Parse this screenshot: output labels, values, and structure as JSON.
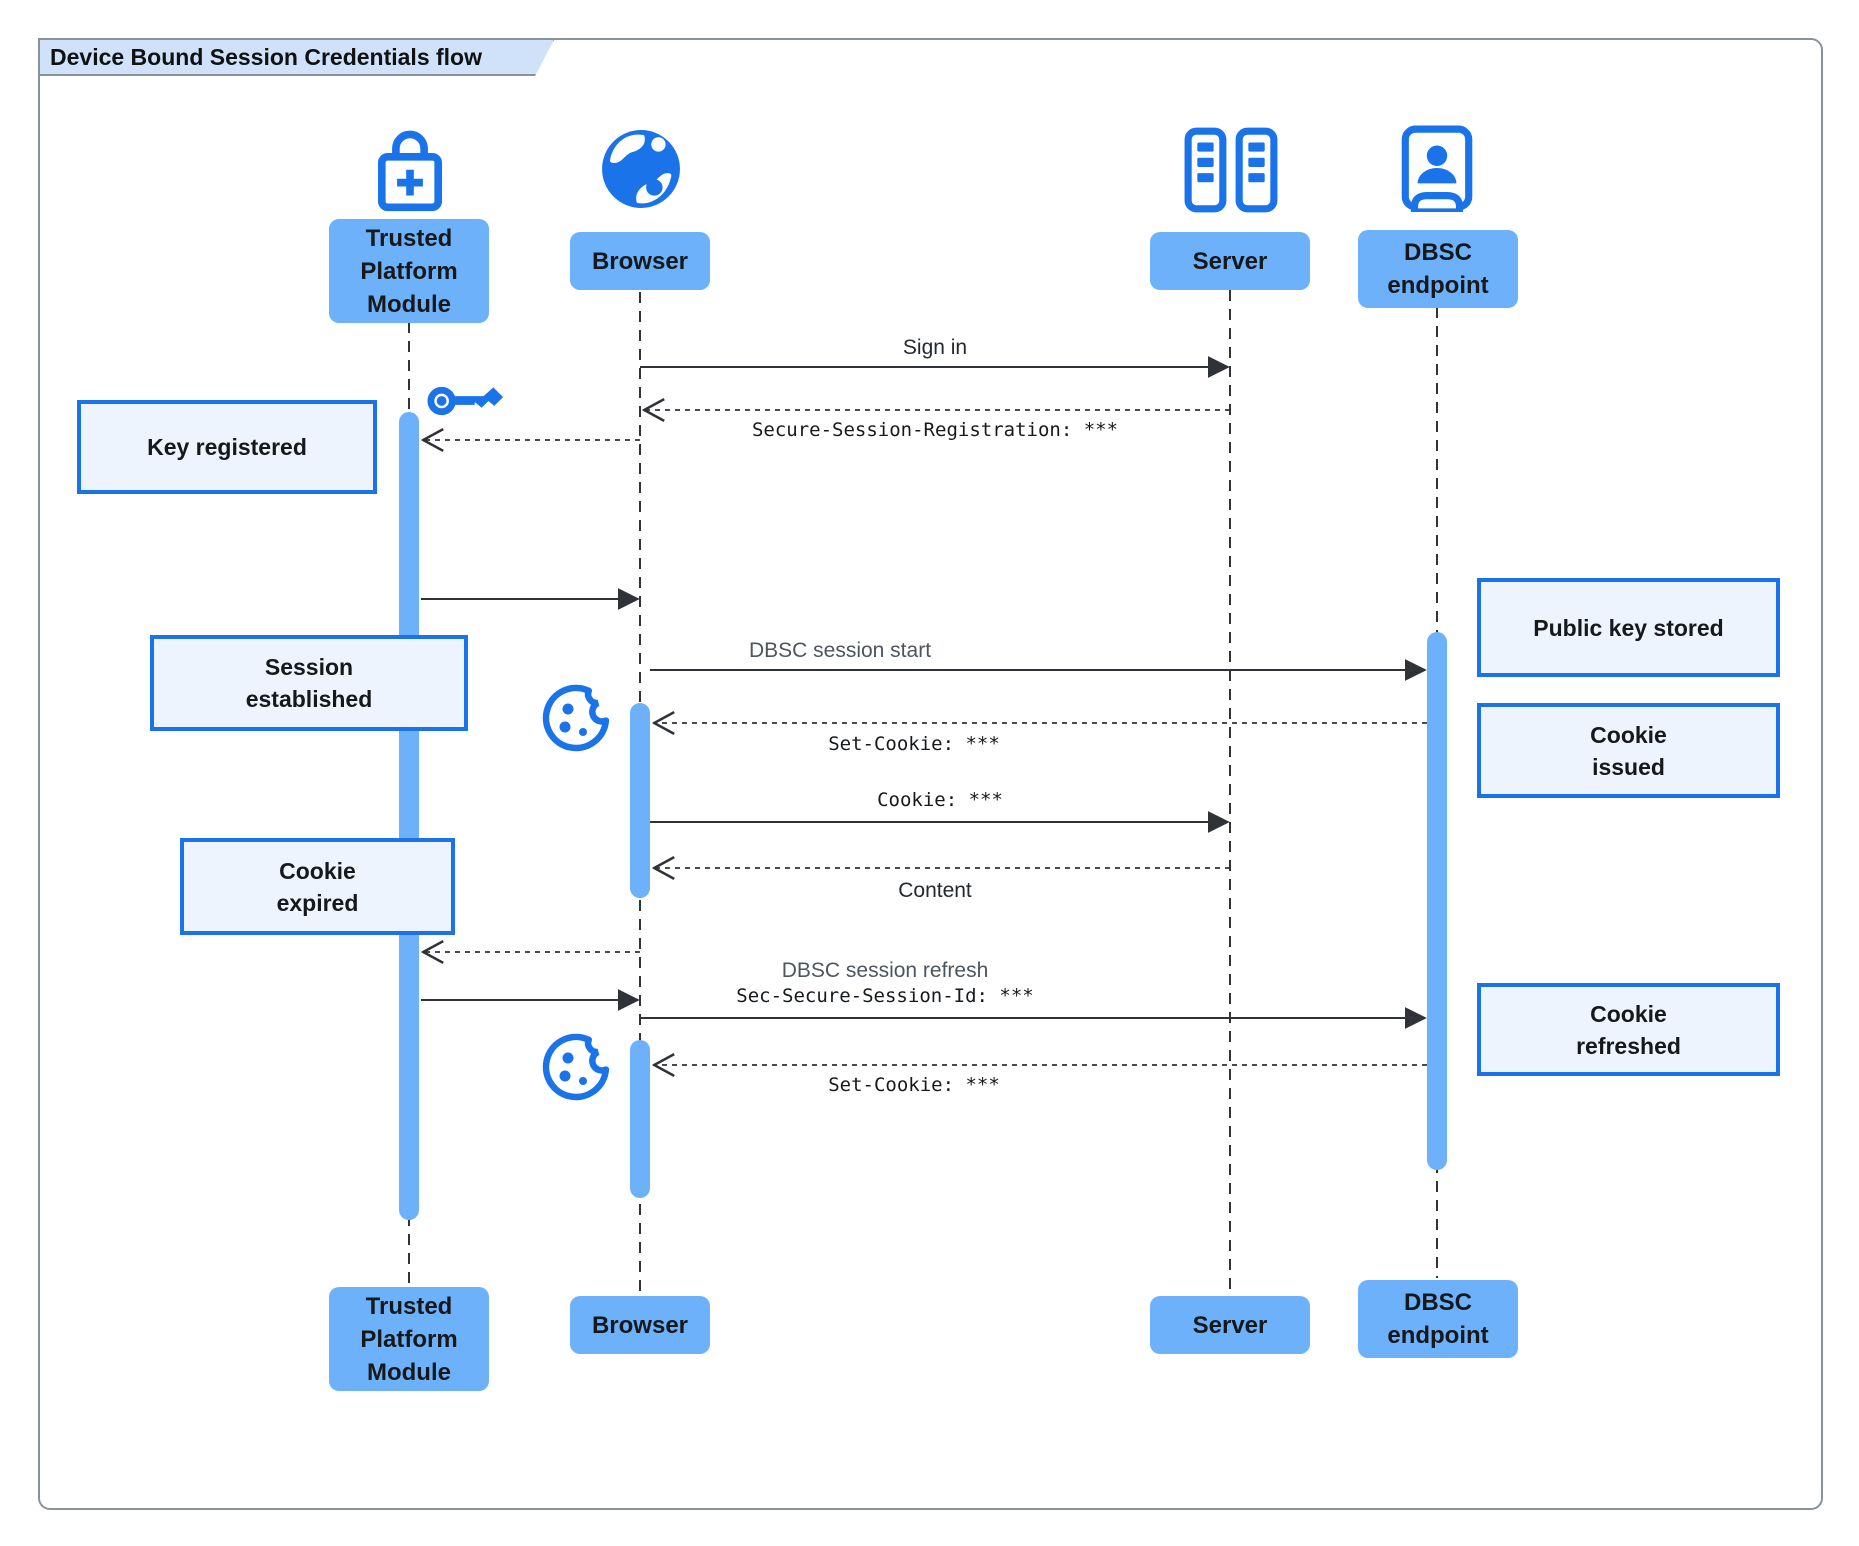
{
  "title": "Device Bound Session Credentials flow",
  "colors": {
    "accent_blue": "#1a73e8",
    "actor_fill": "#6db1fa",
    "note_fill": "#edf4fe",
    "note_border": "#1a73e8",
    "title_fill": "#cfe2fa",
    "arrow": "#2f3338"
  },
  "actors": {
    "tpm": {
      "label": "Trusted\nPlatform\nModule",
      "icon": "lock-plus-icon"
    },
    "browser": {
      "label": "Browser",
      "icon": "globe-icon"
    },
    "server": {
      "label": "Server",
      "icon": "server-racks-icon"
    },
    "dbsc": {
      "label": "DBSC\nendpoint",
      "icon": "id-badge-icon"
    }
  },
  "notes": {
    "key_registered": "Key registered",
    "session_established": "Session\nestablished",
    "cookie_expired": "Cookie\nexpired",
    "public_key_stored": "Public key stored",
    "cookie_issued": "Cookie\nissued",
    "cookie_refreshed": "Cookie\nrefreshed"
  },
  "messages": {
    "sign_in": "Sign in",
    "secure_session_registration": "Secure-Session-Registration: ***",
    "dbsc_session_start": "DBSC session start",
    "set_cookie_1": "Set-Cookie: ***",
    "cookie": "Cookie: ***",
    "content": "Content",
    "dbsc_session_refresh": "DBSC session refresh",
    "sec_secure_session_id": "Sec-Secure-Session-Id: ***",
    "set_cookie_2": "Set-Cookie: ***"
  }
}
